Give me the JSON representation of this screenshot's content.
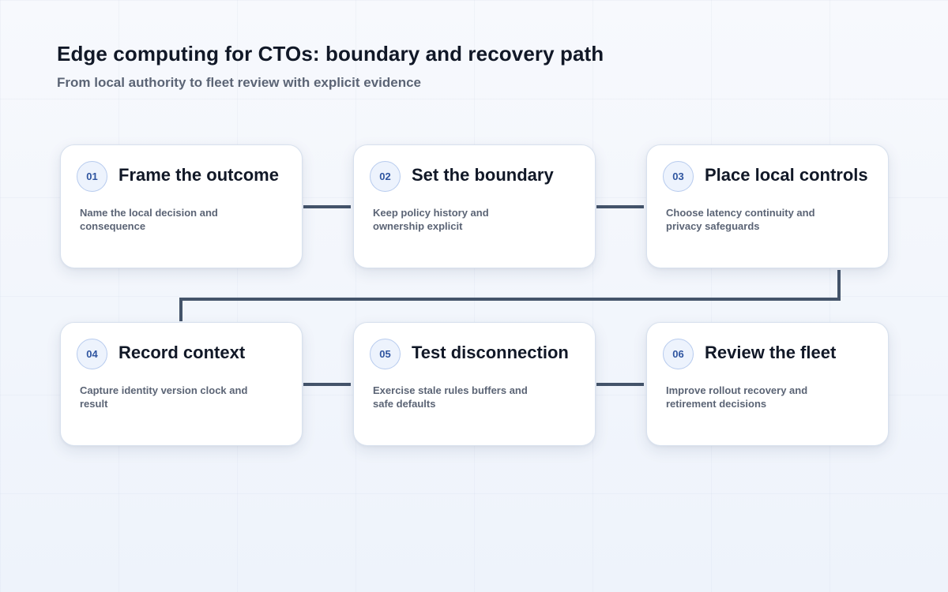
{
  "title": "Edge computing for CTOs: boundary and recovery path",
  "subtitle": "From local authority to fleet review with explicit evidence",
  "colors": {
    "connector": "#44546a",
    "badge_text": "#2f55a0",
    "badge_border": "#b7cbee",
    "title_text": "#111827",
    "muted_text": "#5b6475"
  },
  "steps": [
    {
      "number": "01",
      "title": "Frame the outcome",
      "description": "Name the local decision and consequence"
    },
    {
      "number": "02",
      "title": "Set the boundary",
      "description": "Keep policy history and ownership explicit"
    },
    {
      "number": "03",
      "title": "Place local controls",
      "description": "Choose latency continuity and privacy safeguards"
    },
    {
      "number": "04",
      "title": "Record context",
      "description": "Capture identity version clock and result"
    },
    {
      "number": "05",
      "title": "Test disconnection",
      "description": "Exercise stale rules buffers and safe defaults"
    },
    {
      "number": "06",
      "title": "Review the fleet",
      "description": "Improve rollout recovery and retirement decisions"
    }
  ]
}
